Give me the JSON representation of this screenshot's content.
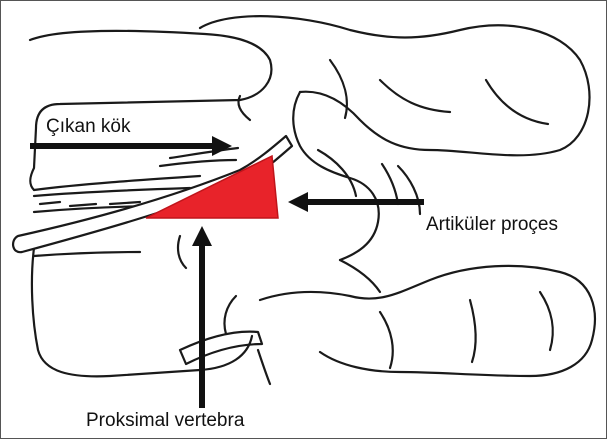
{
  "labels": {
    "exiting_root": "Çıkan kök",
    "articular_process": "Artiküler proçes",
    "proximal_vertebra": "Proksimal vertebra"
  },
  "colors": {
    "highlight_triangle": "#e8232a",
    "arrows": "#111111",
    "line_art": "#1a1a1a"
  }
}
